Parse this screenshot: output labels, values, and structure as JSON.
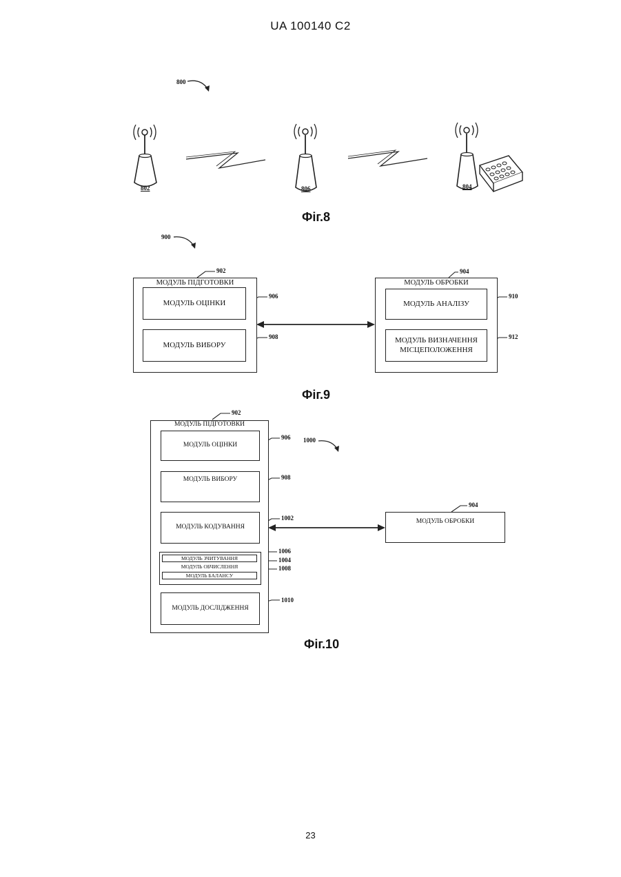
{
  "header": {
    "patent_id": "UA   100140   C2"
  },
  "page": {
    "number": "23"
  },
  "fig8": {
    "ref_system": "800",
    "ref_left": "802",
    "ref_mid": "806",
    "ref_right": "804",
    "caption": "Фіг.8"
  },
  "fig9": {
    "ref_system": "900",
    "prep": {
      "ref": "902",
      "title": "МОДУЛЬ ПІДГОТОВКИ"
    },
    "eval": {
      "ref": "906",
      "label": "МОДУЛЬ ОЦІНКИ"
    },
    "select": {
      "ref": "908",
      "label": "МОДУЛЬ ВИБОРУ"
    },
    "proc": {
      "ref": "904",
      "title": "МОДУЛЬ ОБРОБКИ"
    },
    "analysis": {
      "ref": "910",
      "label": "МОДУЛЬ АНАЛІЗУ"
    },
    "location": {
      "ref": "912",
      "label_line1": "МОДУЛЬ ВИЗНАЧЕННЯ",
      "label_line2": "МІСЦЕПОЛОЖЕННЯ"
    },
    "caption": "Фіг.9"
  },
  "fig10": {
    "ref_system": "1000",
    "prep": {
      "ref": "902",
      "title": "МОДУЛЬ ПІДГОТОВКИ"
    },
    "eval": {
      "ref": "906",
      "label": "МОДУЛЬ ОЦІНКИ"
    },
    "select": {
      "ref": "908",
      "label": "МОДУЛЬ ВИБОРУ"
    },
    "encode": {
      "ref": "1002",
      "label": "МОДУЛЬ КОДУВАННЯ"
    },
    "read": {
      "ref": "1006",
      "label": "МОДУЛЬ ЗЧИТУВАННЯ"
    },
    "compute": {
      "ref": "1004",
      "label": "МОДУЛЬ ОБЧИСЛЕННЯ"
    },
    "balance": {
      "ref": "1008",
      "label": "МОДУЛЬ БАЛАНСУ"
    },
    "research": {
      "ref": "1010",
      "label": "МОДУЛЬ ДОСЛІДЖЕННЯ"
    },
    "proc": {
      "ref": "904",
      "label": "МОДУЛЬ ОБРОБКИ"
    },
    "caption": "Фіг.10"
  }
}
